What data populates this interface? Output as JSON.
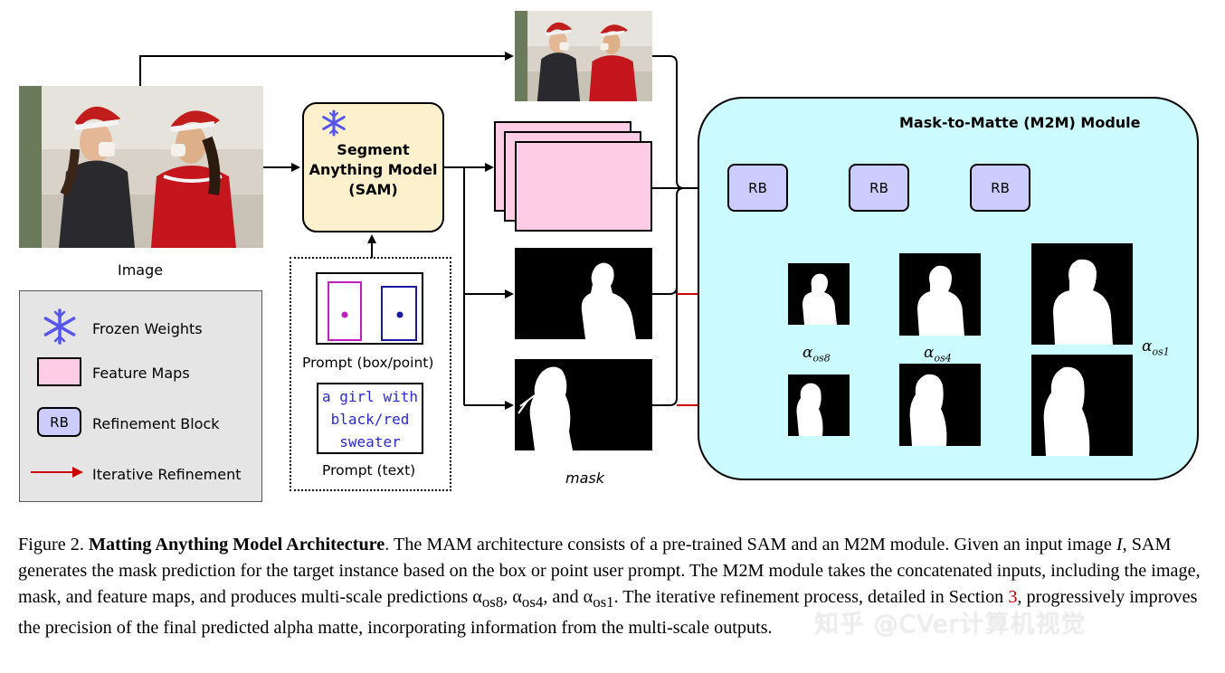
{
  "diagram": {
    "image_label": "Image",
    "sam_label": [
      "Segment",
      "Anything Model",
      "(SAM)"
    ],
    "prompt_box_point_label": "Prompt (box/point)",
    "prompt_text_lines": [
      "a girl with",
      "black/red",
      "sweater"
    ],
    "prompt_text_label": "Prompt (text)",
    "mask_label": "mask",
    "m2m_title": "Mask-to-Matte (M2M) Module",
    "rb_label": "RB",
    "alpha_symbol": "α",
    "alpha_os8_sub": "os8",
    "alpha_os4_sub": "os4",
    "alpha_os1_sub": "os1",
    "colors": {
      "sam_fill": "#fdf0cc",
      "m2m_fill": "#ccfbff",
      "rb_fill": "#ccccff",
      "feature_fill": "#ffcce6",
      "refine_arrow": "#cc0000",
      "snowflake": "#5555ee",
      "point_purple": "#c020c0",
      "point_blue": "#1a1aa0"
    }
  },
  "legend": {
    "frozen": "Frozen Weights",
    "feature": "Feature Maps",
    "rb_badge": "RB",
    "rb": "Refinement Block",
    "iterative": "Iterative Refinement"
  },
  "caption": {
    "fig_no": "Figure 2.",
    "title": "Matting Anything Model Architecture",
    "part1": ". The MAM architecture consists of a pre-trained SAM and an M2M module. Given an input image ",
    "var_i": "I",
    "part2": ", SAM generates the mask prediction for the target instance based on the box or point user prompt. The M2M module takes the concatenated inputs, including the image, mask, and feature maps, and produces multi-scale predictions α",
    "s1": "os8",
    "mid1": ", α",
    "s2": "os4",
    "mid2": ", and α",
    "s3": "os1",
    "part3": ". The iterative refinement process, detailed in Section ",
    "ref": "3",
    "part4": ", progressively improves the precision of the final predicted alpha matte, incorporating information from the multi-scale outputs."
  },
  "watermark": "知乎 @CVer计算机视觉"
}
